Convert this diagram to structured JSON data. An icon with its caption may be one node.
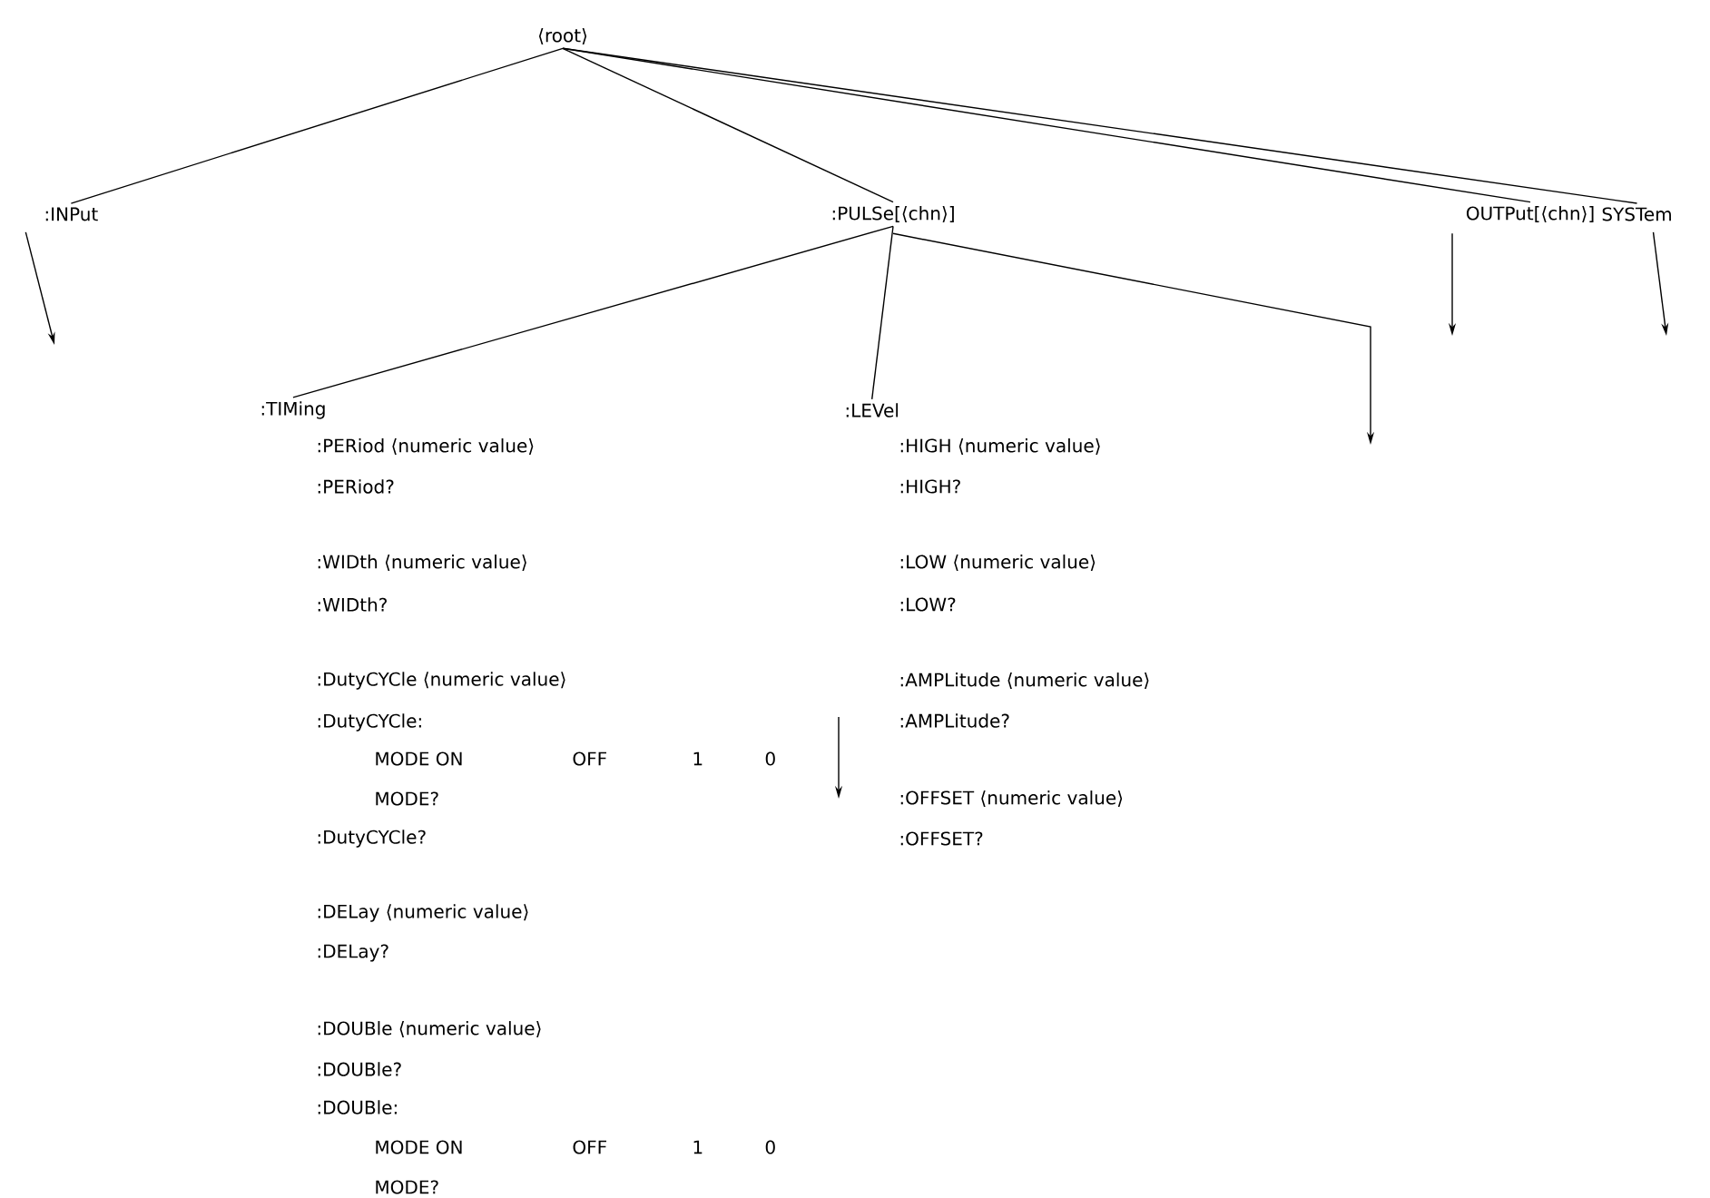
{
  "diagram": {
    "nodes": [
      {
        "text": [
          "⟨root⟩"
        ]
      },
      {
        "text": [
          ":INPut"
        ]
      },
      {
        "text": [
          ":PULSe[⟨chn⟩]"
        ]
      },
      {
        "text": [
          "OUTPut[⟨chn⟩]"
        ]
      },
      {
        "text": [
          "SYSTem"
        ]
      },
      {
        "text": [
          ":TIMing"
        ]
      },
      {
        "text": [
          ":LEVel"
        ]
      }
    ],
    "edges": [
      {
        "from": 0,
        "to": 1,
        "arrow": "none"
      },
      {
        "from": 0,
        "to": 2,
        "arrow": "none"
      },
      {
        "from": 0,
        "to": 3,
        "arrow": "none"
      },
      {
        "from": 0,
        "to": 4,
        "arrow": "none"
      },
      {
        "from": 2,
        "to": 5,
        "arrow": "none"
      },
      {
        "from": 2,
        "to": 6,
        "arrow": "none"
      },
      {
        "from": 2,
        "to": null,
        "arrow": "to"
      },
      {
        "from": 1,
        "to": null,
        "arrow": "to"
      },
      {
        "from": 3,
        "to": null,
        "arrow": "to"
      },
      {
        "from": 4,
        "to": null,
        "arrow": "to"
      }
    ],
    "labels": [
      ":PERiod ⟨numeric value⟩",
      ":HIGH ⟨numeric value⟩",
      ":PERiod?",
      ":HIGH?",
      ":WIDth ⟨numeric value⟩",
      ":LOW ⟨numeric value⟩",
      ":WIDth?",
      ":LOW?",
      ":DutyCYCle ⟨numeric value⟩",
      ":AMPLitude ⟨numeric value⟩",
      ":DutyCYCle:",
      ":AMPLitude?",
      "MODE ON",
      "OFF",
      "1",
      "0",
      "MODE?",
      ":OFFSET ⟨numeric value⟩",
      ":DutyCYCle?",
      ":OFFSET?",
      ":DELay ⟨numeric value⟩",
      ":DELay?",
      ":DOUBle ⟨numeric value⟩",
      ":DOUBle?",
      ":DOUBle:",
      "MODE ON",
      "OFF",
      "1",
      "0",
      "MODE?"
    ]
  }
}
